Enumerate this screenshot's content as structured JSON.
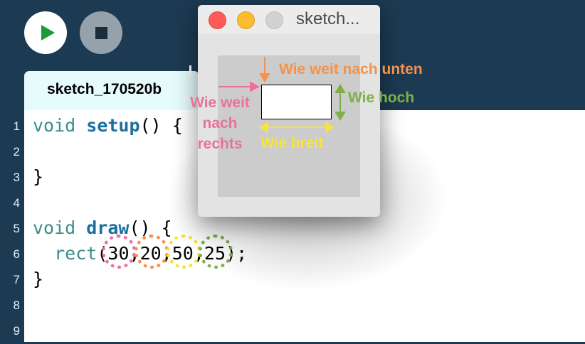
{
  "toolbar": {
    "run_icon": "play-icon",
    "stop_icon": "stop-icon"
  },
  "tab": {
    "label": "sketch_170520b"
  },
  "gutter": {
    "line_numbers": [
      "1",
      "2",
      "3",
      "4",
      "5",
      "6",
      "7",
      "8",
      "9"
    ]
  },
  "code": {
    "l1_kw": "void",
    "l1_fn": "setup",
    "l1_rest": "() {",
    "l3": "}",
    "l5_kw": "void",
    "l5_fn": "draw",
    "l5_rest": "() {",
    "l6_fn": "rect",
    "l6_open": "(",
    "l6_sep": ",",
    "l6_close": ");",
    "args": [
      "30",
      "20",
      "50",
      "25"
    ],
    "l7": "}"
  },
  "sketch_window": {
    "title": "sketch..."
  },
  "annotations": {
    "down": "Wie weit nach unten",
    "right_lines": [
      "Wie weit",
      "nach",
      "rechts"
    ],
    "height": "Wie hoch",
    "width": "Wie breit"
  },
  "colors": {
    "pink": "#e9729a",
    "orange": "#f5924a",
    "yellow": "#f7e43a",
    "green": "#7fb048",
    "keyword": "#3a8e8c",
    "function": "#1a6fa0",
    "run_green": "#1b9a37",
    "close_red": "#fd5d56",
    "minimize_yellow": "#fdbb2f"
  }
}
